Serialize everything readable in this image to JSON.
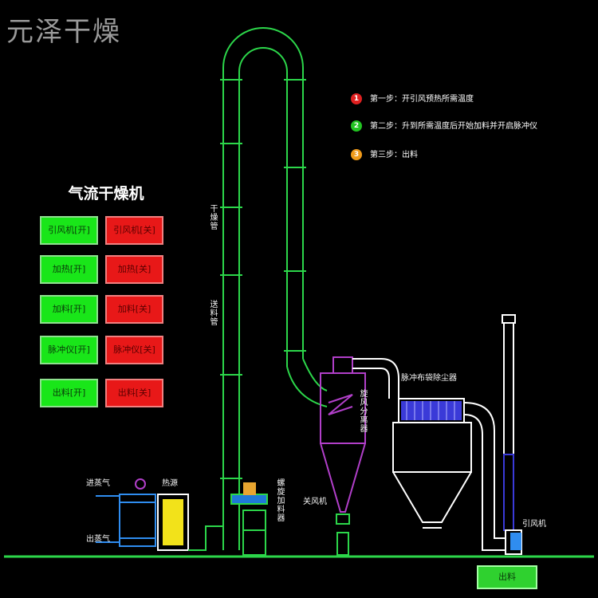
{
  "watermark": "元泽干燥",
  "panel": {
    "title": "气流干燥机",
    "buttons": [
      {
        "on": "引风机[开]",
        "off": "引风机[关]"
      },
      {
        "on": "加热[开]",
        "off": "加热[关]"
      },
      {
        "on": "加料[开]",
        "off": "加料[关]"
      },
      {
        "on": "脉冲仪[开]",
        "off": "脉冲仪[关]"
      },
      {
        "on": "出料[开]",
        "off": "出料[关]"
      }
    ]
  },
  "steps": [
    {
      "num": "1",
      "color": "#e02020",
      "text": "第一步：开引风预热所需温度"
    },
    {
      "num": "2",
      "color": "#22c422",
      "text": "第二步：升到所需温度后开始加料并开启脉冲仪"
    },
    {
      "num": "3",
      "color": "#f09a1a",
      "text": "第三步：出料"
    }
  ],
  "labels": {
    "dry_pipe": "干燥管",
    "feed_pipe": "送料管",
    "steam_in": "进蒸气",
    "steam_out": "出蒸气",
    "heat_source": "热源",
    "screw_feeder": "螺旋加料器",
    "cyclone": "旋风分离器",
    "bag_filter": "脉冲布袋除尘器",
    "air_lock": "关风机",
    "fan": "引风机",
    "outlet": "出料"
  },
  "colors": {
    "pipe_green": "#2cd64a",
    "cyclone_purple": "#b13fc9",
    "filter_white": "#ffffff",
    "ground": "#2cd64a"
  }
}
